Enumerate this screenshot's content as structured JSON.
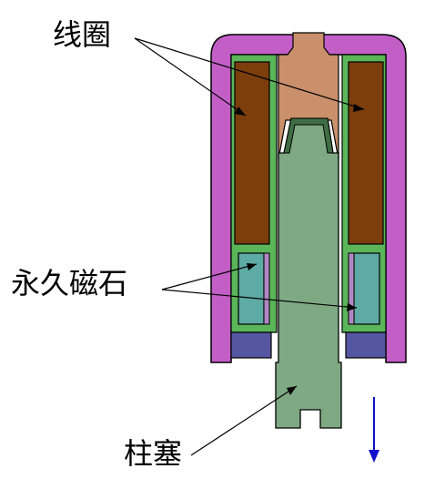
{
  "labels": {
    "coil": "线圈",
    "magnet": "永久磁石",
    "plunger": "柱塞"
  },
  "colors": {
    "housing": "#c35ec7",
    "coil": "#7b3e0c",
    "green": "#7fa983",
    "green_dark": "#3f6e44",
    "bobbin": "#5bb559",
    "magnet": "#5eaaa5",
    "navy": "#5556a2",
    "copper": "#c9906b",
    "lavender": "#b087c3",
    "arrow": "#1010cc"
  }
}
